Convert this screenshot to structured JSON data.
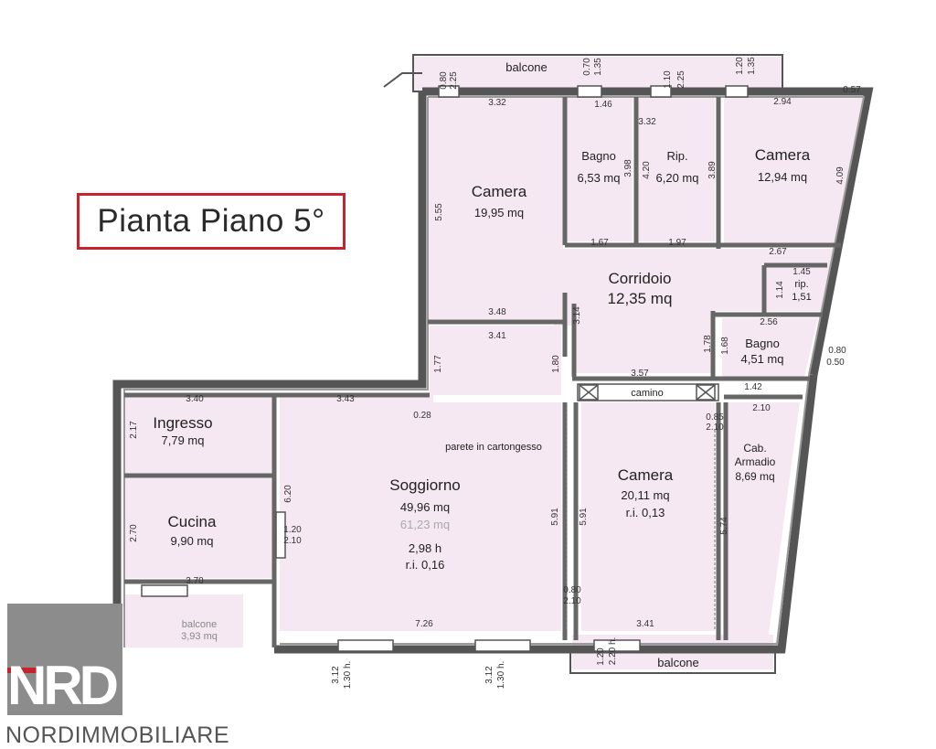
{
  "title": "Pianta Piano 5°",
  "brand": {
    "logo_text": "NRD",
    "name": "NORDIMMOBILIARE"
  },
  "rooms": [
    {
      "key": "camera1",
      "name": "Camera",
      "area": "19,95 mq"
    },
    {
      "key": "bagno1",
      "name": "Bagno",
      "area": "6,53 mq"
    },
    {
      "key": "rip1",
      "name": "Rip.",
      "area": "6,20 mq"
    },
    {
      "key": "camera2",
      "name": "Camera",
      "area": "12,94 mq"
    },
    {
      "key": "corridoio",
      "name": "Corridoio",
      "area": "12,35 mq"
    },
    {
      "key": "rip2",
      "name": "rip.",
      "area": "1,51"
    },
    {
      "key": "bagno2",
      "name": "Bagno",
      "area": "4,51 mq"
    },
    {
      "key": "ingresso",
      "name": "Ingresso",
      "area": "7,79 mq"
    },
    {
      "key": "cucina",
      "name": "Cucina",
      "area": "9,90 mq"
    },
    {
      "key": "soggiorno",
      "name": "Soggiorno",
      "area": "49,96 mq",
      "area2": "61,23 mq",
      "height": "2,98 h",
      "ri": "r.i. 0,16"
    },
    {
      "key": "camera3",
      "name": "Camera",
      "area": "20,11 mq",
      "ri": "r.i. 0,13"
    },
    {
      "key": "cab",
      "name": "Cab.",
      "name2": "Armadio",
      "area": "8,69 mq"
    }
  ],
  "balconies": {
    "top": "balcone",
    "bottom": "balcone",
    "small": "balcone",
    "small_area": "3,93 mq"
  },
  "labels": {
    "camino": "camino",
    "partition": "parete in cartongesso"
  },
  "dims_h": [
    {
      "t": "3.32"
    },
    {
      "t": "1.46"
    },
    {
      "t": "3.32"
    },
    {
      "t": "2.94"
    },
    {
      "t": "0.57"
    },
    {
      "t": "1.67"
    },
    {
      "t": "1.97"
    },
    {
      "t": "2.67"
    },
    {
      "t": "1.45"
    },
    {
      "t": "3.48"
    },
    {
      "t": "2.56"
    },
    {
      "t": "3.41"
    },
    {
      "t": "3.57"
    },
    {
      "t": "1.42"
    },
    {
      "t": "3.40"
    },
    {
      "t": "3.43"
    },
    {
      "t": "0.28"
    },
    {
      "t": "2.10"
    },
    {
      "t": "3.70"
    },
    {
      "t": "7.26"
    },
    {
      "t": "3.41"
    },
    {
      "t": "0.80"
    },
    {
      "t": "2.10"
    },
    {
      "t": "0.80"
    },
    {
      "t": "0.50"
    },
    {
      "t": "0.85"
    },
    {
      "t": "2.10"
    },
    {
      "t": "1.20"
    },
    {
      "t": "2.10"
    }
  ],
  "dims_v": [
    {
      "t": "0.80"
    },
    {
      "t": "2.25"
    },
    {
      "t": "0.70"
    },
    {
      "t": "1.35"
    },
    {
      "t": "1.10"
    },
    {
      "t": "2.25"
    },
    {
      "t": "1.20"
    },
    {
      "t": "1.35"
    },
    {
      "t": "5.55"
    },
    {
      "t": "3.98"
    },
    {
      "t": "4.20"
    },
    {
      "t": "3.89"
    },
    {
      "t": "4.09"
    },
    {
      "t": "1.14"
    },
    {
      "t": "3.14"
    },
    {
      "t": "1.77"
    },
    {
      "t": "1.80"
    },
    {
      "t": "1.78"
    },
    {
      "t": "1.68"
    },
    {
      "t": "2.17"
    },
    {
      "t": "6.20"
    },
    {
      "t": "2.70"
    },
    {
      "t": "5.91"
    },
    {
      "t": "5.91"
    },
    {
      "t": "5.74"
    },
    {
      "t": "3.12"
    },
    {
      "t": "1.30 h."
    },
    {
      "t": "3.12"
    },
    {
      "t": "1.30 h."
    },
    {
      "t": "1.20"
    },
    {
      "t": "2.20 h."
    }
  ]
}
